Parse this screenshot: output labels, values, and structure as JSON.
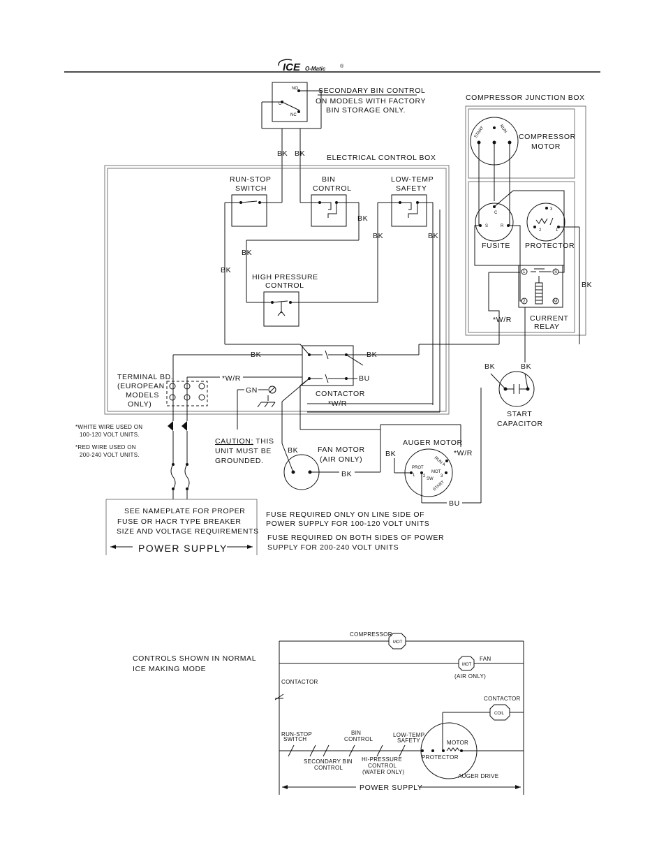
{
  "header": {
    "brand_main": "ICE",
    "brand_sub": "O-Matic",
    "brand_reg": "®"
  },
  "wiring": {
    "secondary_bin_control": [
      "SECONDARY BIN CONTROL",
      "ON MODELS WITH FACTORY",
      "BIN STORAGE ONLY."
    ],
    "secondary_switch": {
      "no": "NO",
      "nc": "NC",
      "c": "C"
    },
    "compressor_junction_box": "COMPRESSOR JUNCTION BOX",
    "compressor_motor": [
      "COMPRESSOR",
      "MOTOR"
    ],
    "compressor_terminals": {
      "start": "START",
      "run": "RUN"
    },
    "electrical_control_box": "ELECTRICAL CONTROL BOX",
    "run_stop_switch": [
      "RUN-STOP",
      "SWITCH"
    ],
    "bin_control": [
      "BIN",
      "CONTROL"
    ],
    "low_temp_safety": [
      "LOW-TEMP",
      "SAFETY"
    ],
    "fusite": "FUSITE",
    "fusite_pins": {
      "c": "C",
      "s": "S",
      "r": "R"
    },
    "protector": "PROTECTOR",
    "protector_pins": {
      "p3": "3",
      "p2": "2",
      "p1": "1"
    },
    "high_pressure_control": [
      "HIGH PRESSURE",
      "CONTROL"
    ],
    "current_relay": [
      "CURRENT",
      "RELAY"
    ],
    "relay_pins": {
      "p1": "1",
      "s": "S",
      "p2": "2",
      "m": "M"
    },
    "terminal_bd": [
      "TERMINAL BD.",
      "(EUROPEAN",
      "MODELS",
      "ONLY)"
    ],
    "gn": "GN",
    "contactor": "CONTACTOR",
    "start_capacitor": [
      "START",
      "CAPACITOR"
    ],
    "white_wire_note": [
      "*WHITE WIRE USED ON",
      "100-120 VOLT UNITS."
    ],
    "red_wire_note": [
      "*RED WIRE USED ON",
      "200-240 VOLT UNITS."
    ],
    "caution": [
      "CAUTION:",
      " THIS",
      "UNIT MUST BE",
      "GROUNDED."
    ],
    "fan_motor": [
      "FAN MOTOR",
      "(AIR ONLY)"
    ],
    "auger_motor": "AUGER MOTOR",
    "auger_pins": {
      "prot": "PROT",
      "run": "RUN",
      "mot": "MOT",
      "sw": "SW",
      "start": "START",
      "p1": "1",
      "p2": "2",
      "p3": "3",
      "p4": "4"
    },
    "nameplate_note": [
      "SEE NAMEPLATE FOR PROPER",
      "FUSE OR HACR TYPE BREAKER",
      "SIZE AND VOLTAGE REQUIREMENTS"
    ],
    "power_supply": "POWER SUPPLY",
    "fuse_note_1": [
      "FUSE REQUIRED ONLY ON LINE SIDE OF",
      "POWER SUPPLY FOR 100-120 VOLT UNITS"
    ],
    "fuse_note_2": [
      "FUSE REQUIRED ON BOTH SIDES OF POWER",
      "SUPPLY FOR 200-240 VOLT UNITS"
    ],
    "wire_labels": {
      "bk": "BK",
      "bu": "BU",
      "wr": "*W/R"
    }
  },
  "ladder": {
    "controls_note": [
      "CONTROLS SHOWN IN NORMAL",
      "ICE MAKING MODE"
    ],
    "compressor": "COMPRESSOR",
    "mot": "MOT",
    "fan": "FAN",
    "air_only": "(AIR ONLY)",
    "contactor": "CONTACTOR",
    "contactor_coil": "CONTACTOR",
    "coil": "COIL",
    "run_stop": [
      "RUN-STOP",
      "SWITCH"
    ],
    "bin_control": [
      "BIN",
      "CONTROL"
    ],
    "low_temp": [
      "LOW-TEMP",
      "SAFETY"
    ],
    "secondary_bin": [
      "SECONDARY BIN",
      "CONTROL"
    ],
    "hi_pressure": [
      "HI-PRESSURE",
      "CONTROL",
      "(WATER ONLY)"
    ],
    "motor": "MOTOR",
    "protector": "PROTECTOR",
    "auger_drive": "AUGER DRIVE",
    "power_supply": "POWER SUPPLY"
  }
}
